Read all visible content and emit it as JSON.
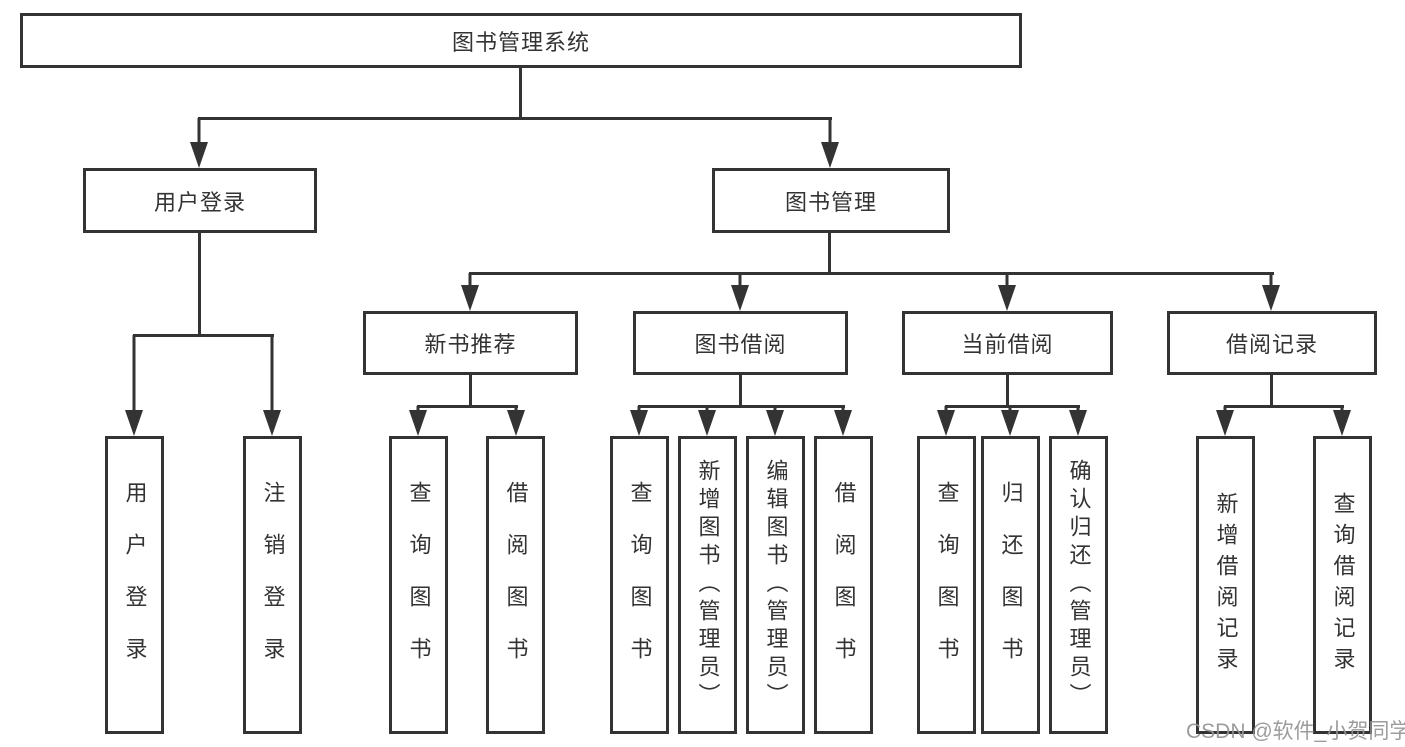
{
  "diagram": {
    "root": {
      "label": "图书管理系统"
    },
    "level2": {
      "user_login": {
        "label": "用户登录"
      },
      "book_mgmt": {
        "label": "图书管理"
      }
    },
    "level3": {
      "new_book_rec": {
        "label": "新书推荐"
      },
      "book_borrow": {
        "label": "图书借阅"
      },
      "current_borrow": {
        "label": "当前借阅"
      },
      "borrow_record": {
        "label": "借阅记录"
      }
    },
    "leaves": {
      "user_login_login": {
        "label": "用户登录"
      },
      "user_login_logout": {
        "label": "注销登录"
      },
      "new_book_query": {
        "label": "查询图书"
      },
      "new_book_borrow": {
        "label": "借阅图书"
      },
      "book_borrow_query": {
        "label": "查询图书"
      },
      "book_borrow_add": {
        "label": "新增图书（管理员）"
      },
      "book_borrow_edit": {
        "label": "编辑图书（管理员）"
      },
      "book_borrow_borrow": {
        "label": "借阅图书"
      },
      "current_borrow_query": {
        "label": "查询图书"
      },
      "current_borrow_return": {
        "label": "归还图书"
      },
      "current_borrow_confirm": {
        "label": "确认归还（管理员）"
      },
      "borrow_record_add": {
        "label": "新增借阅记录"
      },
      "borrow_record_query": {
        "label": "查询借阅记录"
      }
    },
    "structure": [
      {
        "parent": "图书管理系统",
        "children": [
          "用户登录",
          "图书管理"
        ]
      },
      {
        "parent": "用户登录",
        "children": [
          "用户登录",
          "注销登录"
        ]
      },
      {
        "parent": "图书管理",
        "children": [
          "新书推荐",
          "图书借阅",
          "当前借阅",
          "借阅记录"
        ]
      },
      {
        "parent": "新书推荐",
        "children": [
          "查询图书",
          "借阅图书"
        ]
      },
      {
        "parent": "图书借阅",
        "children": [
          "查询图书",
          "新增图书（管理员）",
          "编辑图书（管理员）",
          "借阅图书"
        ]
      },
      {
        "parent": "当前借阅",
        "children": [
          "查询图书",
          "归还图书",
          "确认归还（管理员）"
        ]
      },
      {
        "parent": "借阅记录",
        "children": [
          "新增借阅记录",
          "查询借阅记录"
        ]
      }
    ],
    "colors": {
      "line": "#333333",
      "text": "#333333",
      "box_fill": "#ffffff",
      "background": "#ffffff",
      "watermark": "#949496"
    }
  },
  "watermark": {
    "text": "CSDN @软件_小贺同学"
  }
}
